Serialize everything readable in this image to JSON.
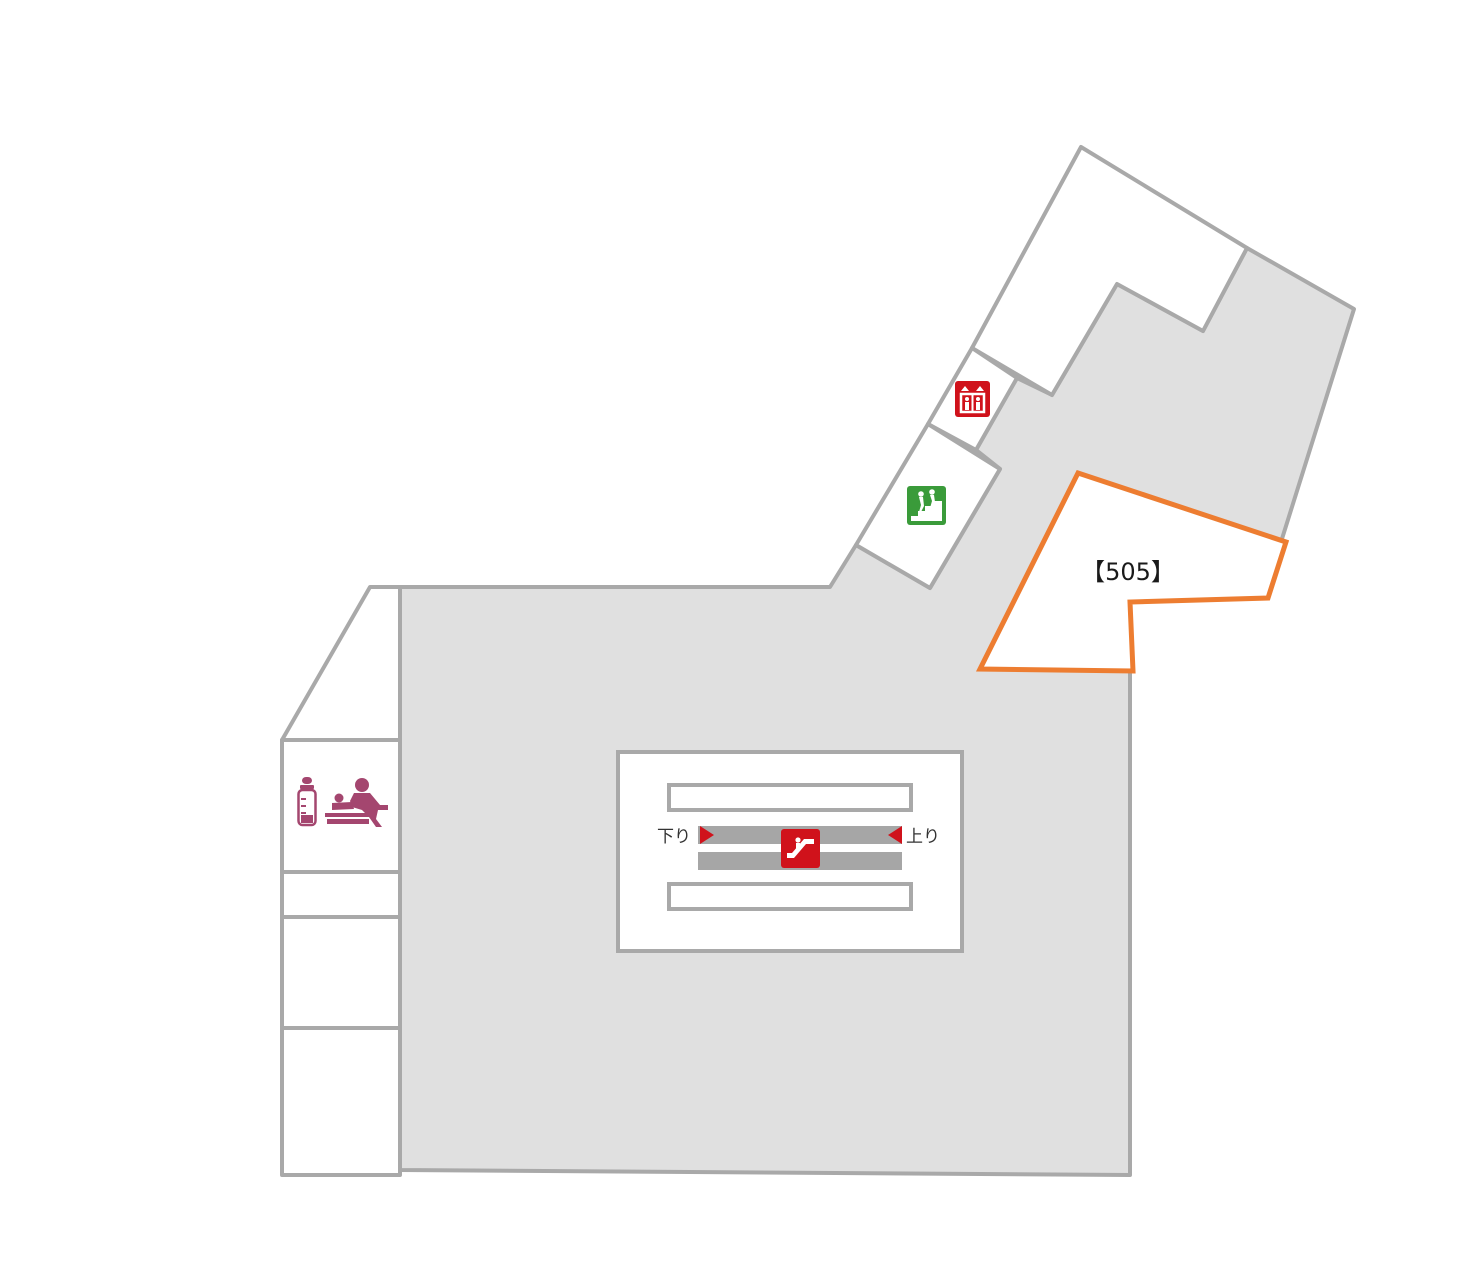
{
  "map": {
    "highlighted_unit": {
      "label": "【505】",
      "outline_color": "#ed7d31"
    },
    "escalator": {
      "down_label": "下り",
      "up_label": "上り",
      "icon": "escalator-icon",
      "icon_bg": "#d0121b",
      "arrow_color": "#d0121b"
    },
    "elevator": {
      "icon": "elevator-icon",
      "icon_bg": "#d0121b"
    },
    "emergency_stairs": {
      "icon": "emergency-stairs-icon",
      "icon_bg": "#3a9b3a"
    },
    "nursing_room": {
      "icons": [
        "baby-bottle-icon",
        "diaper-changing-icon"
      ],
      "icon_color": "#a4466f"
    },
    "colors": {
      "corridor": "#e0e0e0",
      "wall": "#a9a9a9",
      "room": "#ffffff"
    }
  }
}
